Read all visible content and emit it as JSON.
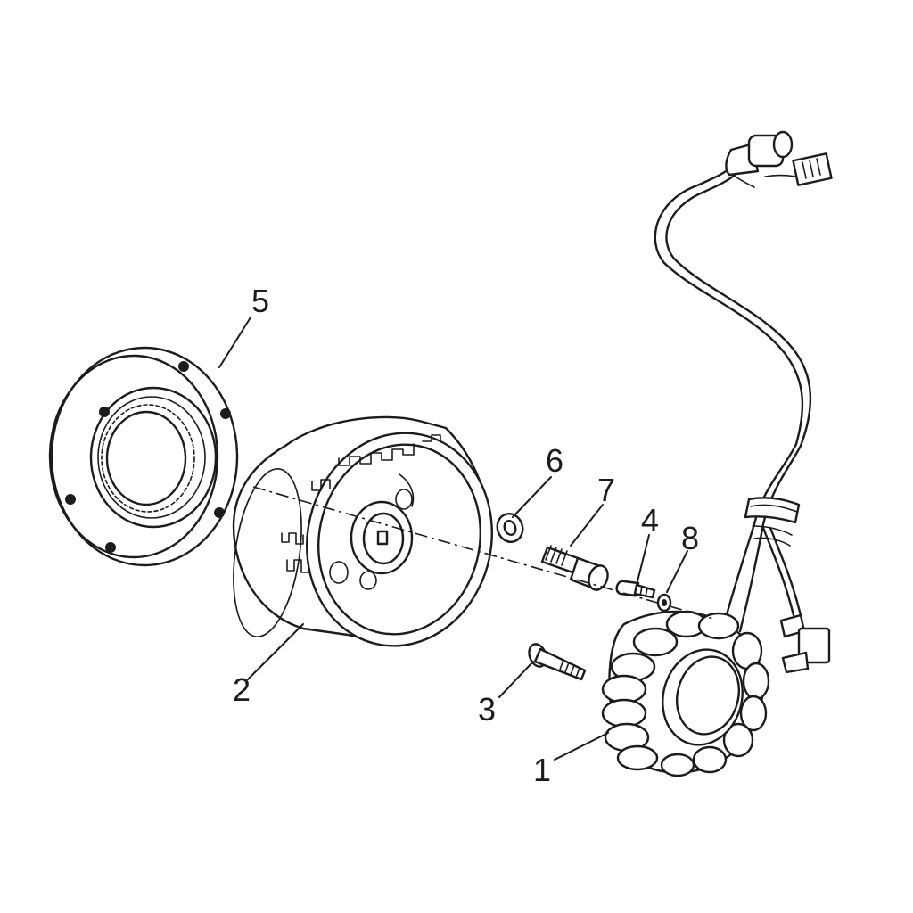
{
  "colors": {
    "line": "#1c1c1c",
    "background": "#ffffff"
  },
  "callouts": {
    "part_1": "1",
    "part_2": "2",
    "part_3": "3",
    "part_4": "4",
    "part_5": "5",
    "part_6": "6",
    "part_7": "7",
    "part_8": "8"
  }
}
